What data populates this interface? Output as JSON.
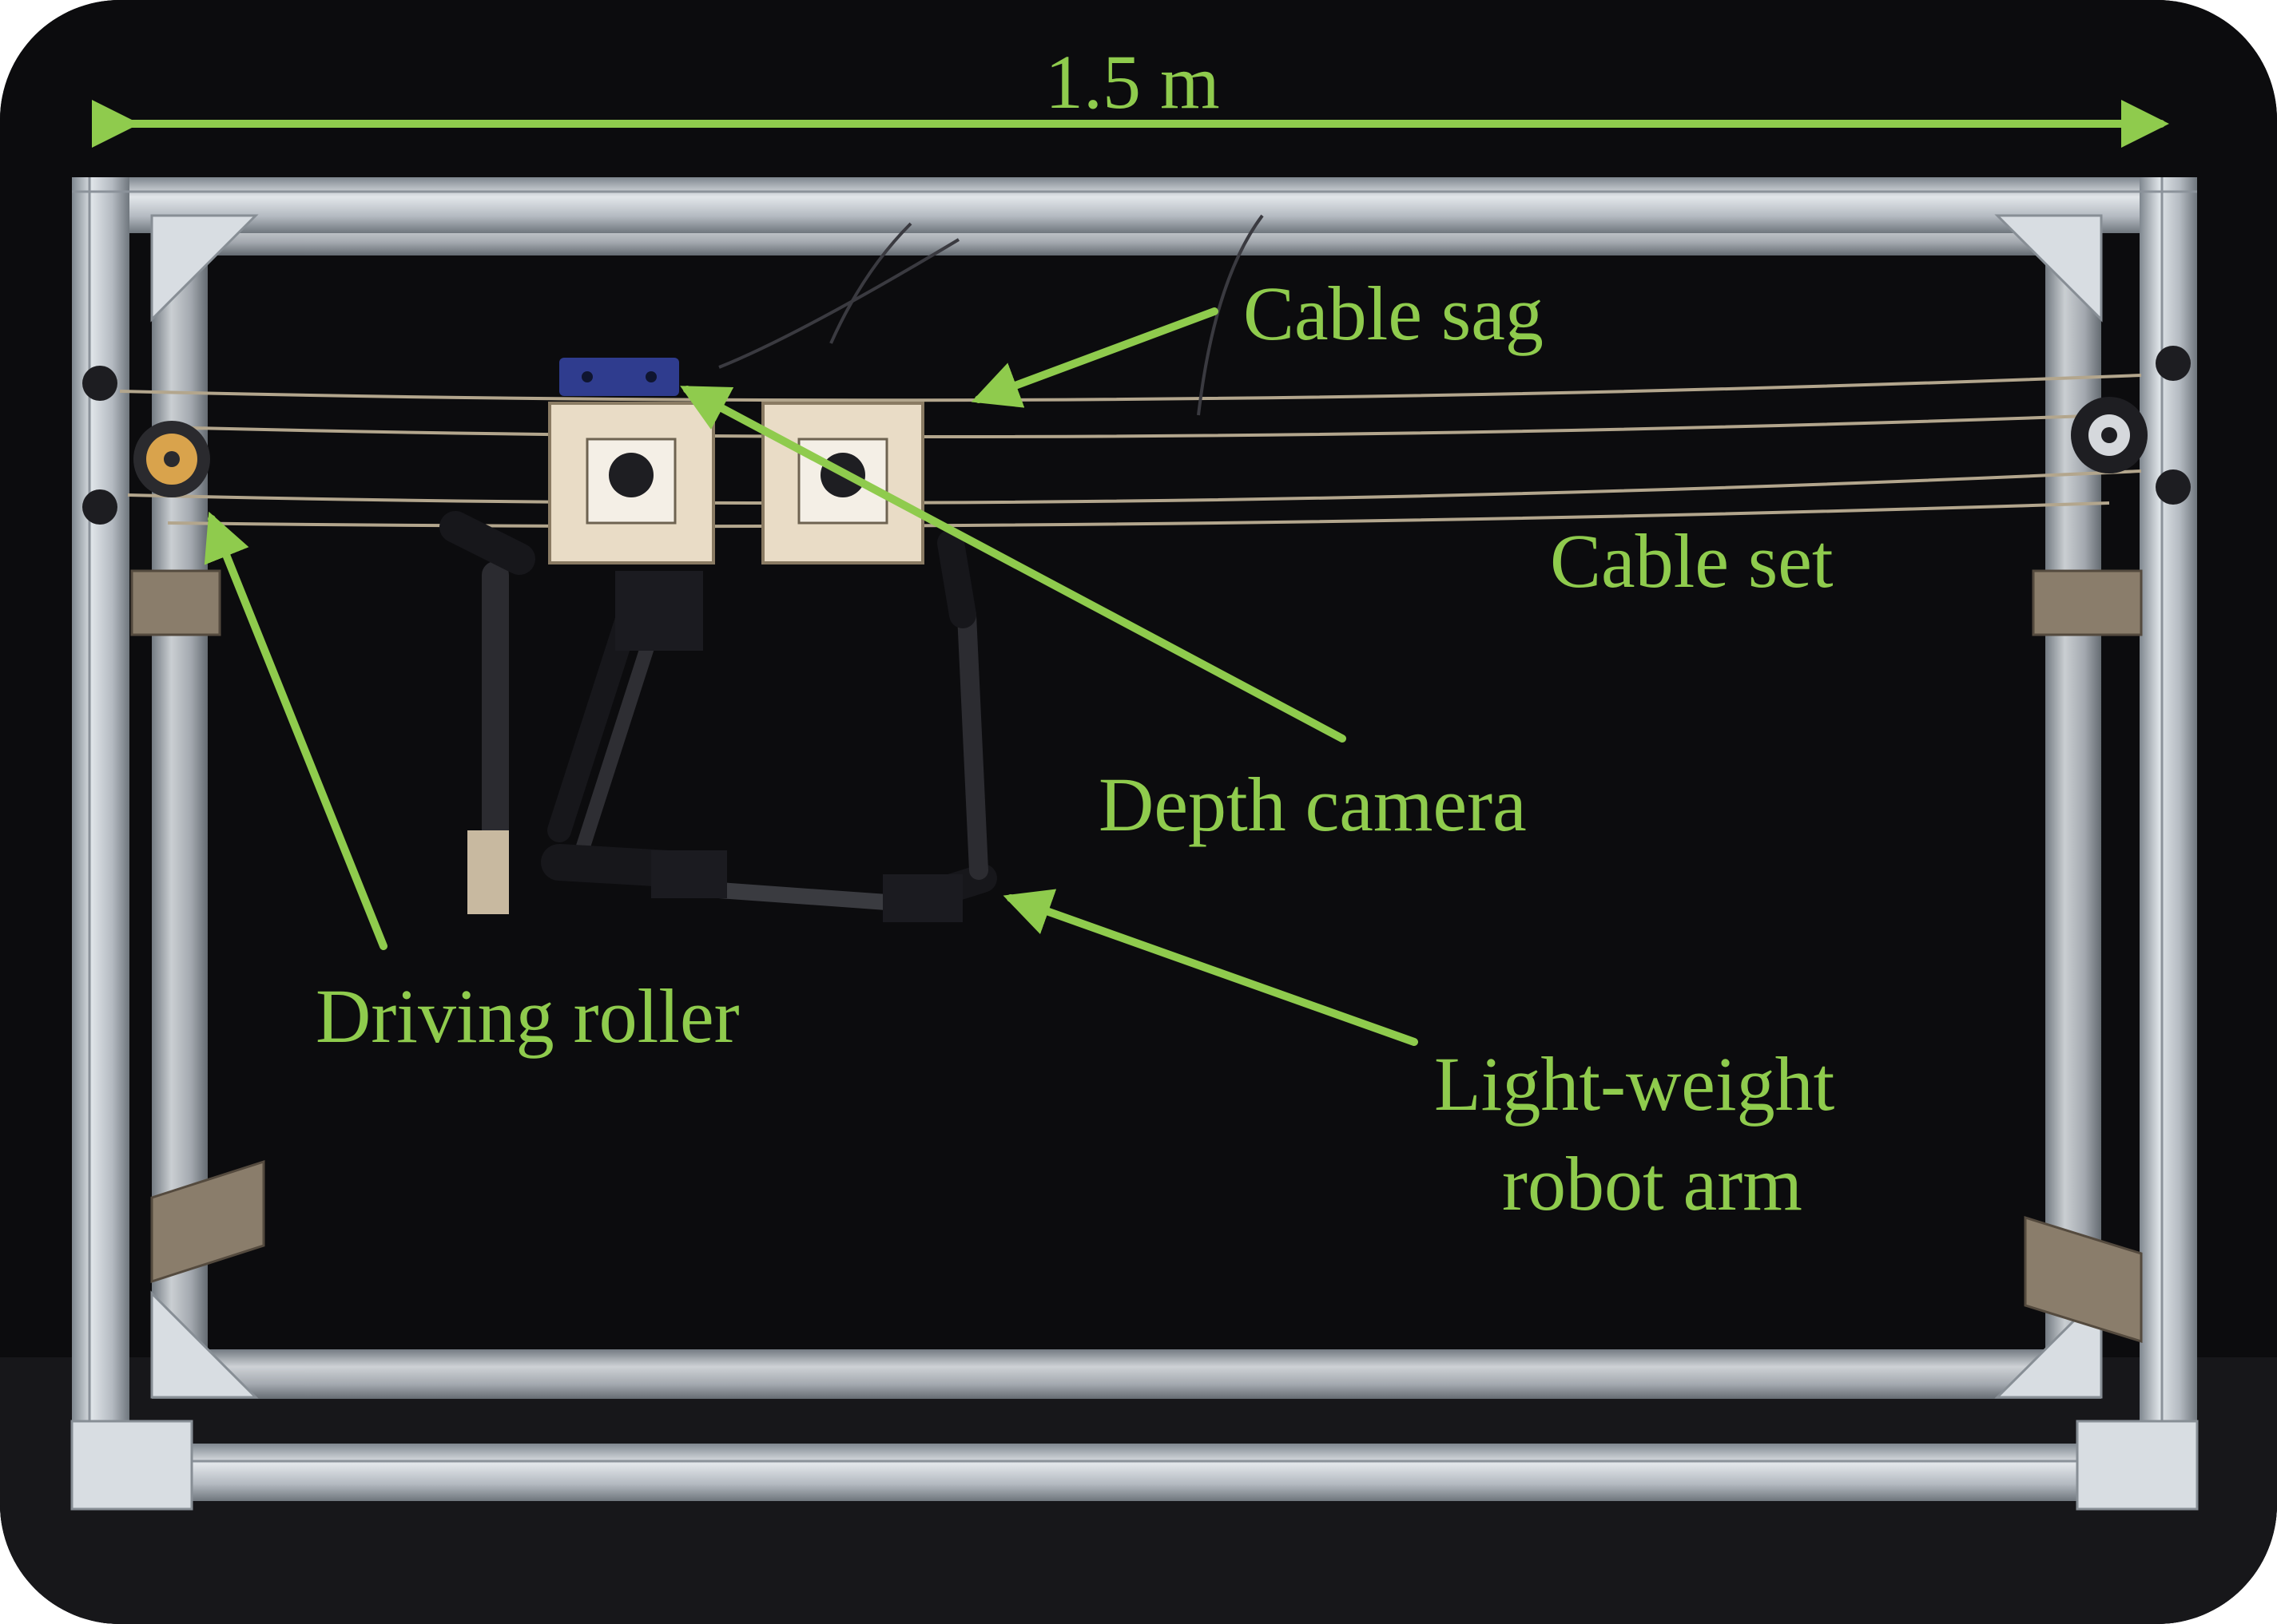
{
  "figure": {
    "accent_color": "#8fcb4d",
    "frame_color": "#c4cad0",
    "background_color": "#0c0c0e"
  },
  "annotations": {
    "width_dimension": "1.5 m",
    "cable_sag": "Cable sag",
    "cable_set": "Cable set",
    "depth_camera": "Depth camera",
    "driving_roller": "Driving roller",
    "robot_arm_line1": "Light-weight",
    "robot_arm_line2": "robot arm"
  }
}
